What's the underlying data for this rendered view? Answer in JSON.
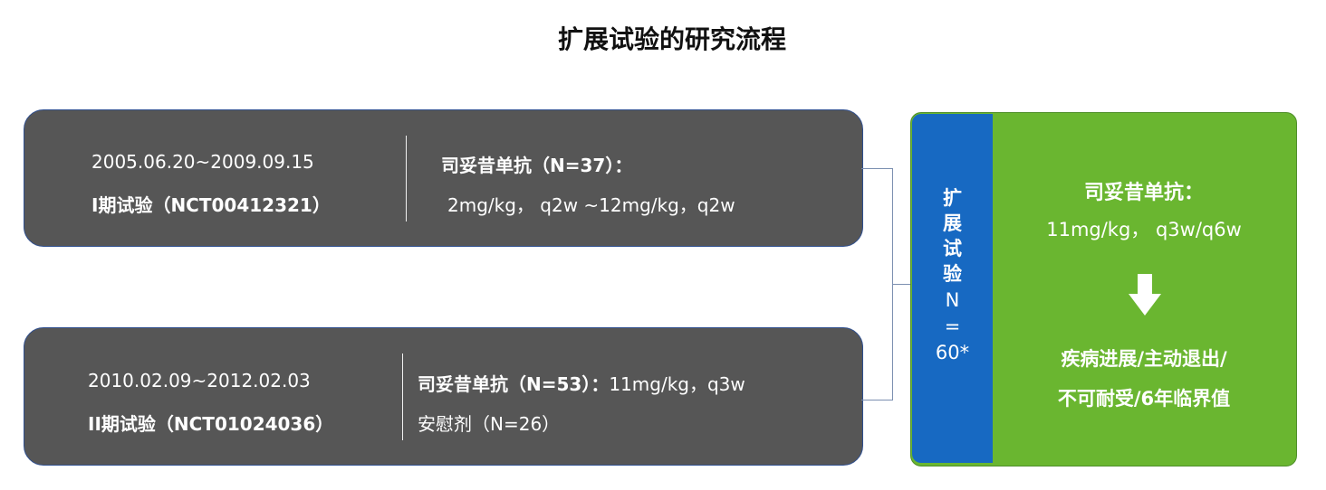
{
  "title": "扩展试验的研究流程",
  "trial1": {
    "dates": "2005.06.20~2009.09.15",
    "phase": "I期试验（NCT00412321）",
    "drug": "司妥昔单抗（N=37）：",
    "dose": "2mg/kg， q2w ~12mg/kg，q2w"
  },
  "trial2": {
    "dates": "2010.02.09~2012.02.03",
    "phase": "II期试验（NCT01024036）",
    "drug": "司妥昔单抗（N=53）：",
    "dose": "11mg/kg，q3w",
    "placebo": "安慰剂（N=26）"
  },
  "extension": {
    "label_chars": [
      "扩",
      "展",
      "试",
      "验"
    ],
    "n_chars": [
      "N",
      "=",
      "60*"
    ],
    "drug": "司妥昔单抗：",
    "dose": "11mg/kg， q3w/q6w",
    "outcome_line1": "疾病进展/主动退出/",
    "outcome_line2": "不可耐受/6年临界值"
  },
  "colors": {
    "trial_box": "#565656",
    "extension_label": "#1769c2",
    "extension_body": "#6ab630"
  }
}
